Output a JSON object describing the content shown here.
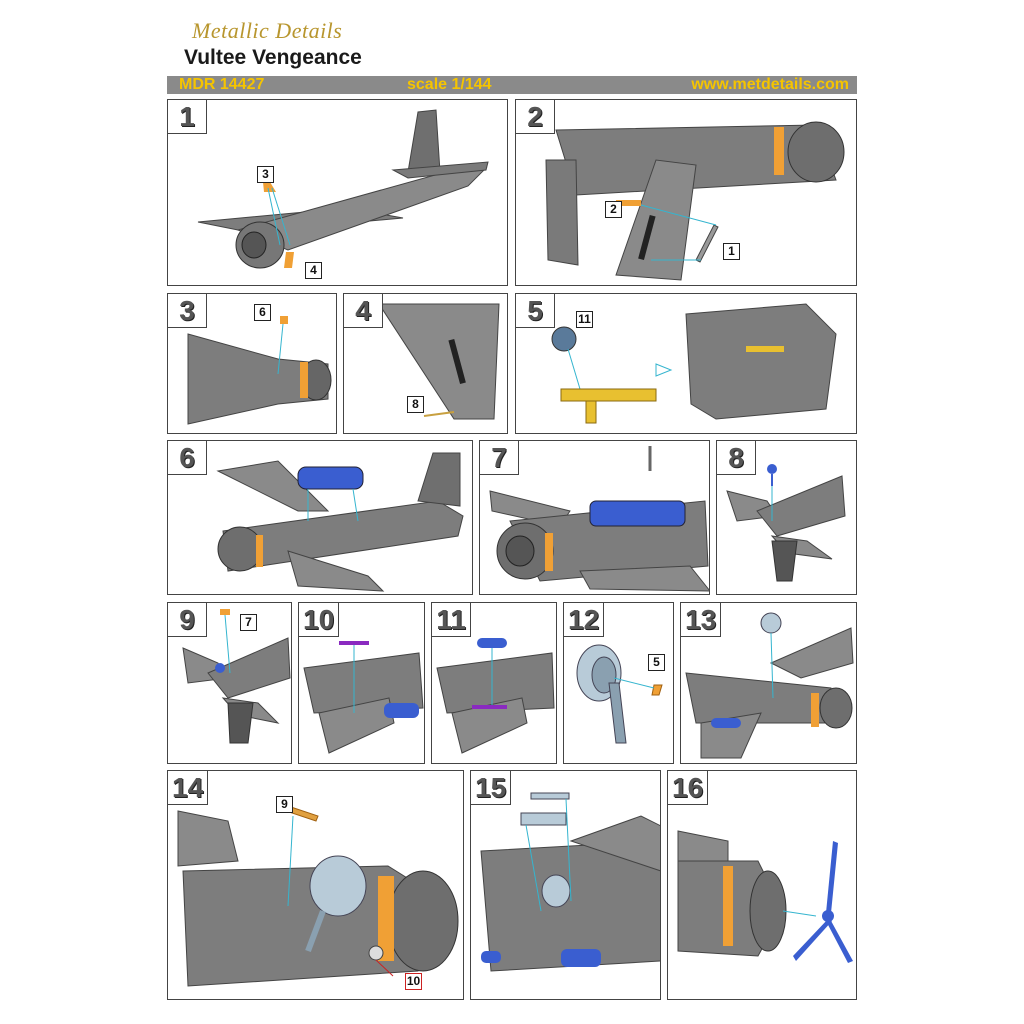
{
  "header": {
    "brand": "Metallic Details",
    "title": "Vultee Vengeance",
    "code": "MDR 14427",
    "scale": "scale 1/144",
    "url": "www.metdetails.com"
  },
  "colors": {
    "bar": "#8a8a8a",
    "bar_text": "#f5c400",
    "aircraft": "#7d7d7d",
    "etch_orange": "#f0a035",
    "resin_blue": "#3a5ed0",
    "leader_line": "#35b5cf"
  },
  "steps": [
    {
      "number": "1",
      "parts": [
        "3",
        "4"
      ]
    },
    {
      "number": "2",
      "parts": [
        "2",
        "1"
      ]
    },
    {
      "number": "3",
      "parts": [
        "6"
      ]
    },
    {
      "number": "4",
      "parts": [
        "8"
      ]
    },
    {
      "number": "5",
      "parts": [
        "11"
      ]
    },
    {
      "number": "6",
      "parts": []
    },
    {
      "number": "7",
      "parts": []
    },
    {
      "number": "8",
      "parts": []
    },
    {
      "number": "9",
      "parts": [
        "7"
      ]
    },
    {
      "number": "10",
      "parts": []
    },
    {
      "number": "11",
      "parts": []
    },
    {
      "number": "12",
      "parts": [
        "5"
      ]
    },
    {
      "number": "13",
      "parts": []
    },
    {
      "number": "14",
      "parts": [
        "9",
        "10"
      ]
    },
    {
      "number": "15",
      "parts": []
    },
    {
      "number": "16",
      "parts": []
    }
  ]
}
